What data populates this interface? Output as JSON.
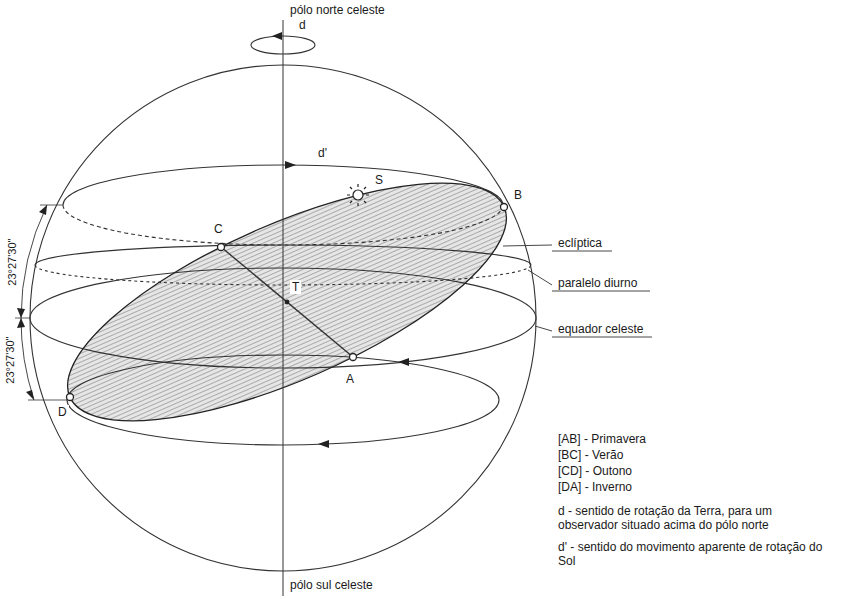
{
  "diagram": {
    "labels": [
      "pólo norte celeste",
      "d",
      "d'",
      "S",
      "B",
      "C",
      "T",
      "A",
      "D",
      "eclíptica",
      "paralelo diurno",
      "equador celeste",
      "23°27'30''",
      "23°27'30''",
      "[AB] - Primavera",
      "[BC] - Verão",
      "[CD] - Outono",
      "[DA] - Inverno",
      "d - sentido de rotação da Terra, para um observador situado acima do pólo norte",
      "d' - sentido do movimento aparente de rotação do Sol",
      "pólo sul celeste"
    ]
  }
}
